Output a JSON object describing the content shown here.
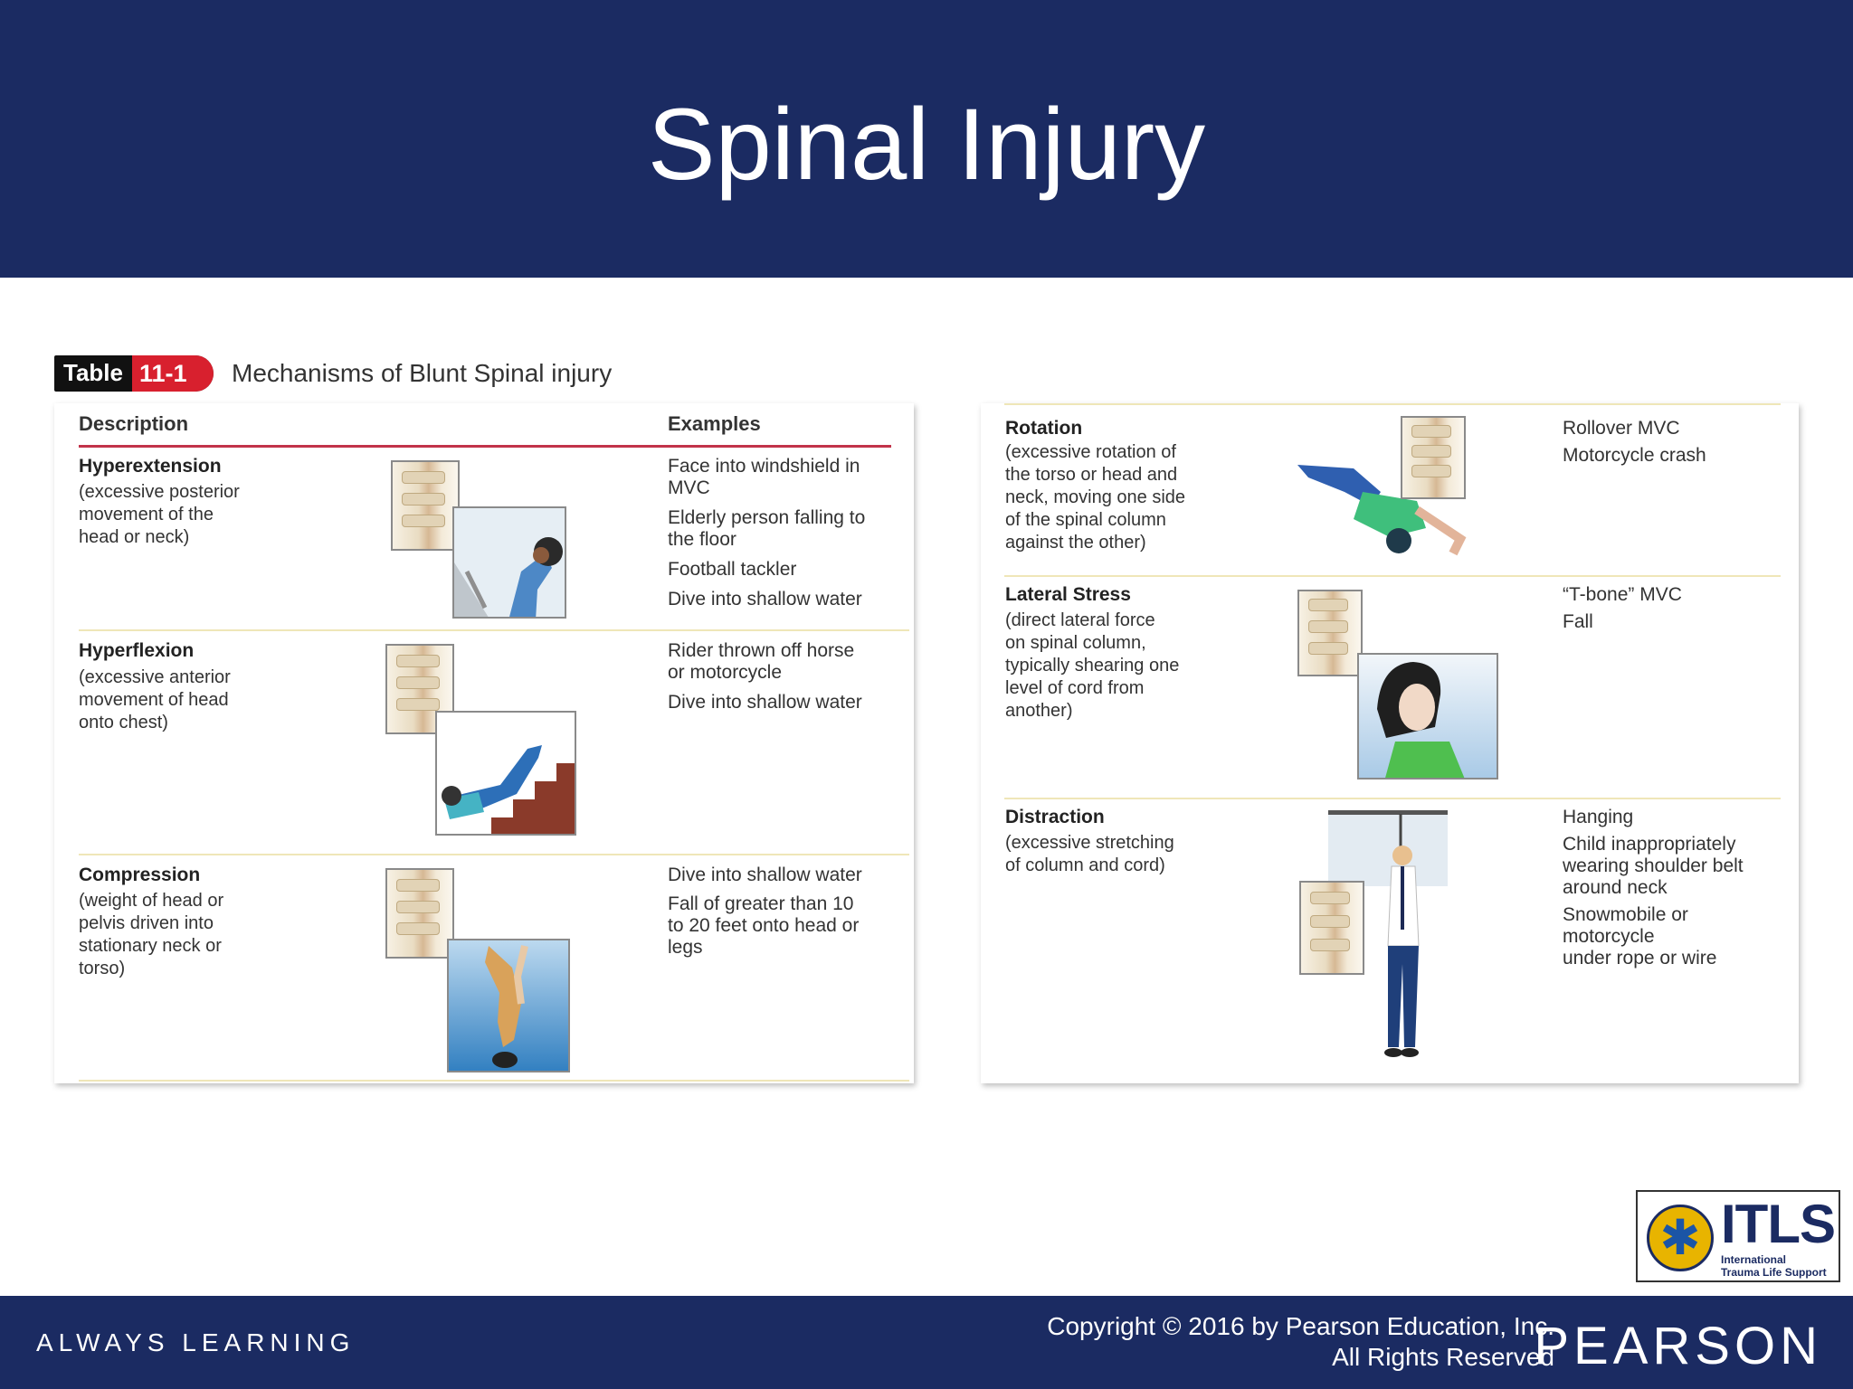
{
  "slide": {
    "title": "Spinal Injury"
  },
  "table": {
    "badge_word": "Table",
    "badge_number": "11-1",
    "caption": "Mechanisms of Blunt Spinal injury",
    "col_description": "Description",
    "col_examples": "Examples"
  },
  "rows": [
    {
      "title": "Hyperextension",
      "text": [
        "(excessive posterior",
        "movement of the",
        "head or neck)"
      ],
      "examples": [
        "Face into windshield in",
        "MVC",
        "Elderly person falling to",
        "the floor",
        "Football tackler",
        "Dive into shallow water"
      ]
    },
    {
      "title": "Hyperflexion",
      "text": [
        "(excessive anterior",
        "movement of head",
        "onto chest)"
      ],
      "examples": [
        "Rider thrown off horse",
        "or motorcycle",
        "Dive into shallow water"
      ]
    },
    {
      "title": "Compression",
      "text": [
        "(weight of head or",
        "pelvis driven into",
        "stationary neck or",
        "torso)"
      ],
      "examples": [
        "Dive into shallow water",
        "Fall of greater than 10",
        "to 20 feet onto head or",
        "legs"
      ]
    },
    {
      "title": "Rotation",
      "text": [
        "(excessive rotation of",
        "the torso or head and",
        "neck, moving one side",
        "of the spinal column",
        "against the other)"
      ],
      "examples": [
        "Rollover MVC",
        "Motorcycle crash"
      ]
    },
    {
      "title": "Lateral Stress",
      "text": [
        "(direct lateral force",
        "on spinal column,",
        "typically shearing one",
        "level of cord from",
        "another)"
      ],
      "examples": [
        "“T-bone” MVC",
        "Fall"
      ]
    },
    {
      "title": "Distraction",
      "text": [
        "(excessive stretching",
        "of column and cord)"
      ],
      "examples": [
        "Hanging",
        "Child inappropriately",
        "wearing shoulder belt",
        "around neck",
        "Snowmobile or",
        "motorcycle",
        "under rope or wire"
      ]
    }
  ],
  "footer": {
    "tagline": "ALWAYS LEARNING",
    "copyright": "Copyright © 2016 by Pearson Education, Inc.",
    "rights": "All Rights Reserved",
    "brand": "PEARSON"
  },
  "logo": {
    "brand": "ITLS",
    "line1": "International",
    "line2": "Trauma Life Support"
  },
  "colors": {
    "header_bg": "#1b2b62",
    "badge_red": "#d8202e",
    "rule_red": "#c2334a"
  }
}
